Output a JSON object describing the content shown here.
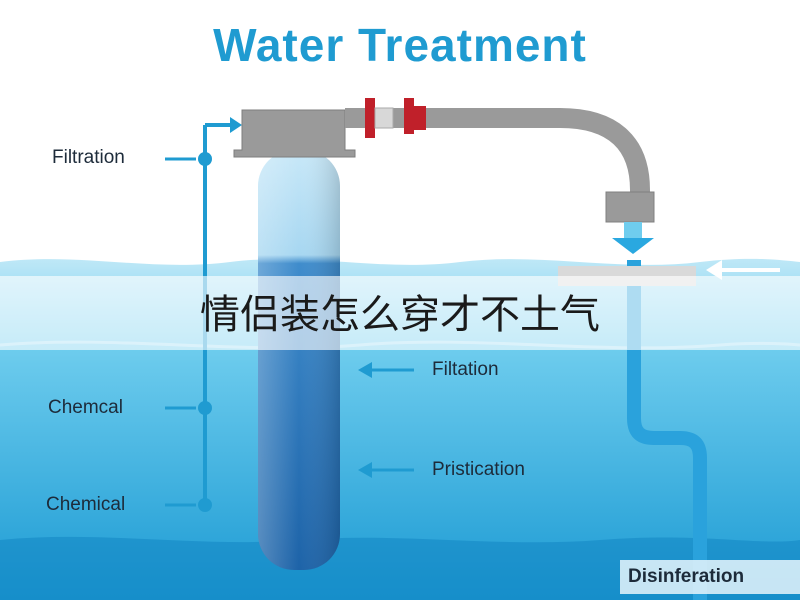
{
  "title": "Water Treatment",
  "overlay_text": "情侣装怎么穿才不土气",
  "labels": {
    "left_top": "Filtration",
    "left_mid": "Chemcal",
    "left_bottom": "Chemical",
    "right_top": "Filtation",
    "right_mid": "Pristication",
    "bottom_right": "Disinferation"
  },
  "colors": {
    "title": "#1f9bd1",
    "water_light": "#5ec8ea",
    "water_dark": "#1a8fc8",
    "pipe_gray": "#9a9a9a",
    "valve_red": "#c0202a",
    "tube_blue": "#3a86c8"
  },
  "icons": [
    "arrow-left-icon",
    "arrow-down-icon",
    "arrow-right-icon",
    "valve-icon"
  ]
}
